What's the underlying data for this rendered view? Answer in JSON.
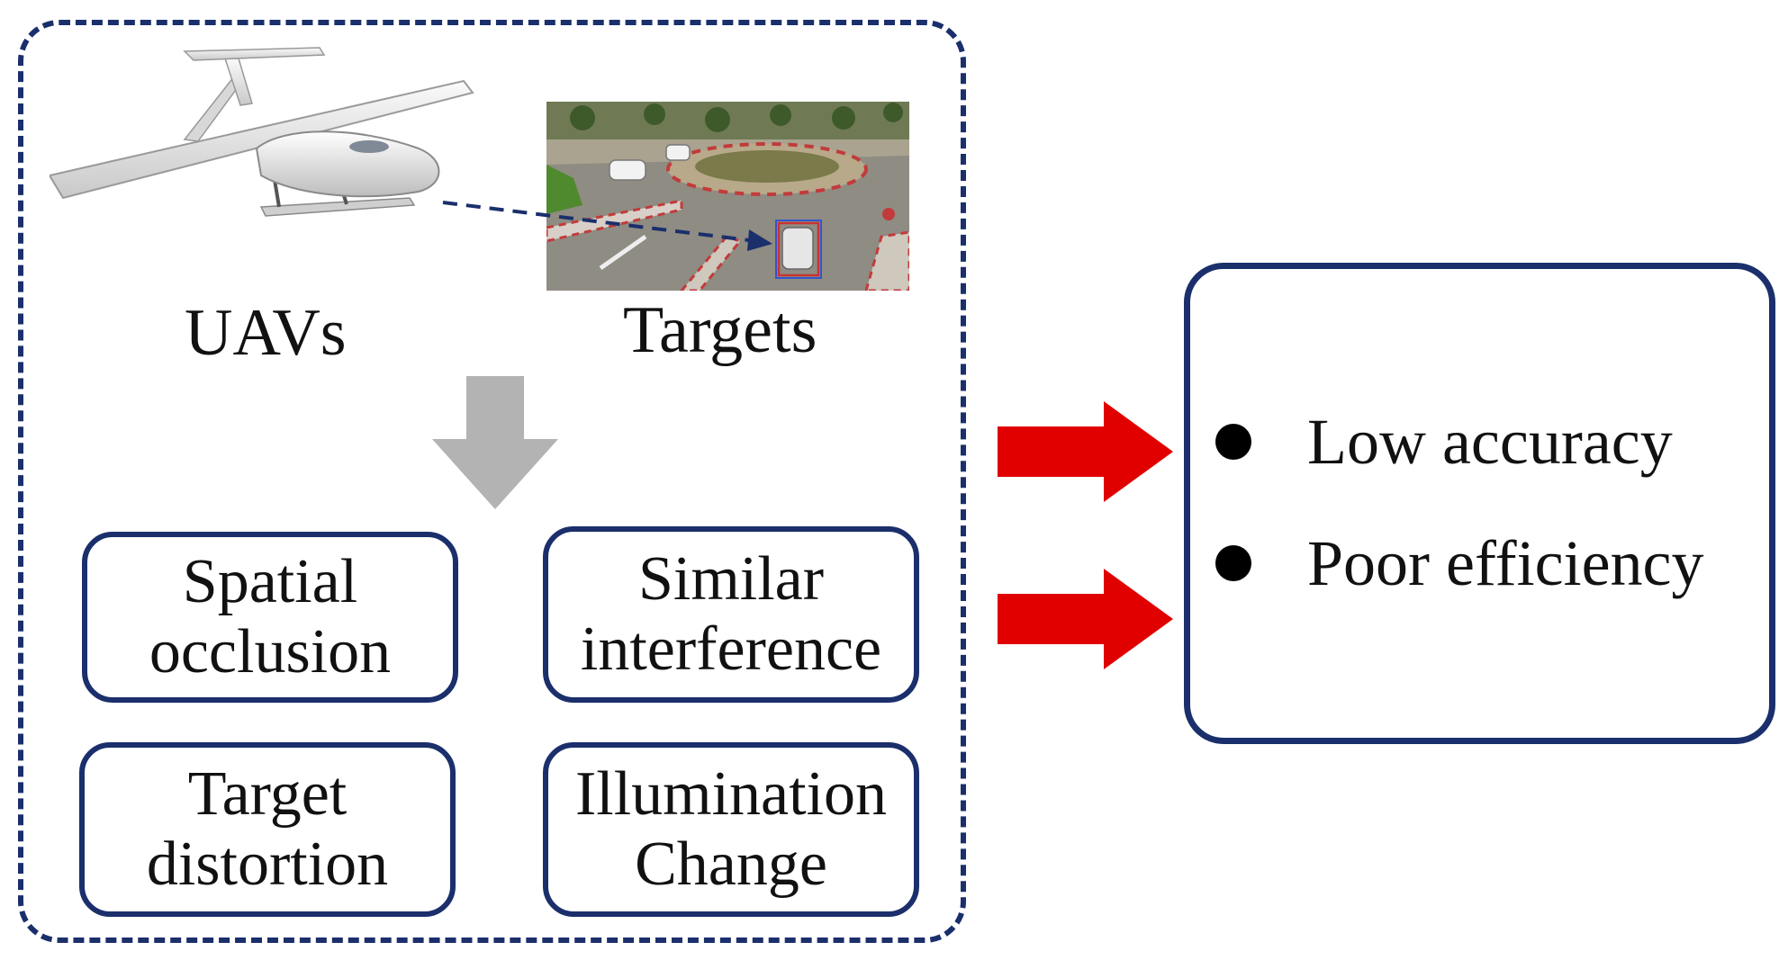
{
  "source": {
    "uav_label": "UAVs",
    "targets_label": "Targets"
  },
  "challenges": [
    {
      "line1": "Spatial",
      "line2": "occlusion"
    },
    {
      "line1": "Similar",
      "line2": "interference"
    },
    {
      "line1": "Target",
      "line2": "distortion"
    },
    {
      "line1": "Illumination",
      "line2": "Change"
    }
  ],
  "results": [
    {
      "label": "Low accuracy"
    },
    {
      "label": "Poor efficiency"
    }
  ],
  "colors": {
    "frame": "#1a2f6b",
    "down_arrow": "#b3b3b3",
    "result_arrow": "#e00000"
  },
  "icons": {
    "uav": "fixed-wing-uav-icon",
    "scene": "aerial-road-scene-icon",
    "down_arrow": "down-arrow-icon",
    "result_arrow": "right-arrow-icon"
  }
}
